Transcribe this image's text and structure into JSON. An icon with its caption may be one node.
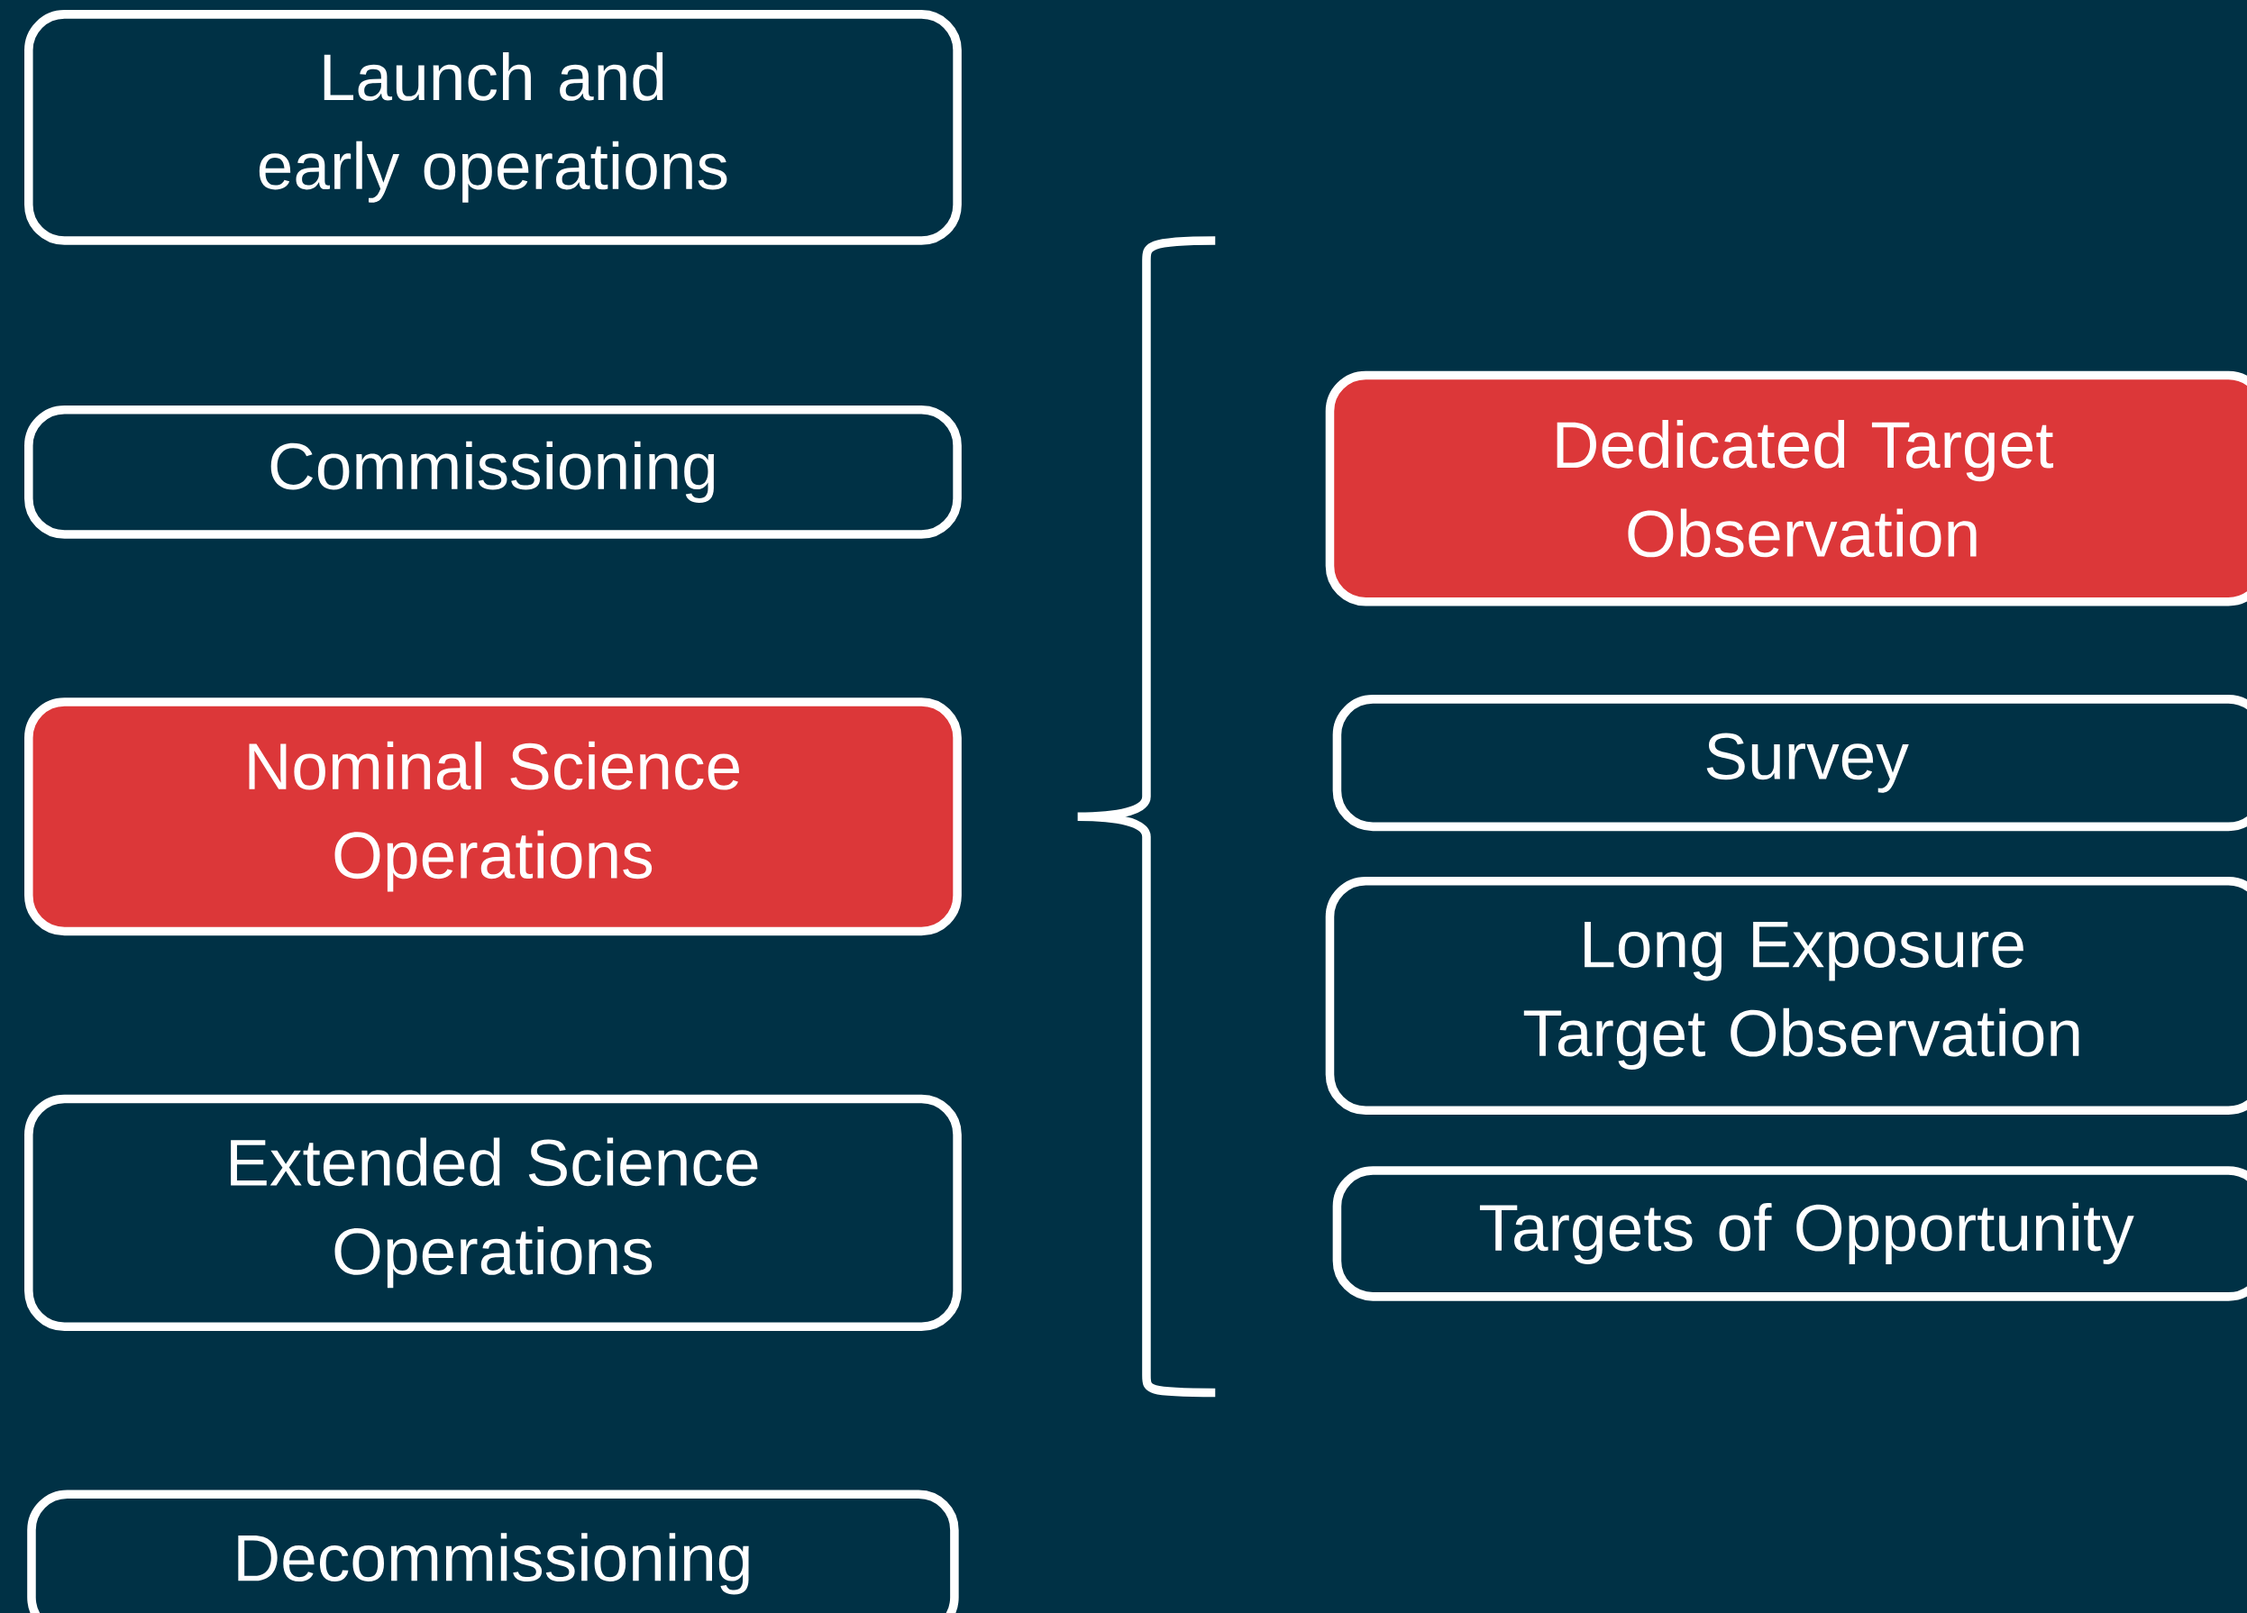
{
  "diagram": {
    "nodes": [
      {
        "text": [
          "Launch and early operations"
        ]
      },
      {
        "text": [
          "Commissioning"
        ]
      },
      {
        "text": [
          "Nominal Science Operations"
        ]
      },
      {
        "text": [
          "Extended Science Operations"
        ]
      },
      {
        "text": [
          "Decommissioning"
        ]
      },
      {
        "text": [
          "Dedicated Target Observation"
        ]
      },
      {
        "text": [
          "Survey"
        ]
      },
      {
        "text": [
          "Long Exposure Target Observation"
        ]
      },
      {
        "text": [
          "Targets of Opportunity"
        ]
      }
    ]
  }
}
